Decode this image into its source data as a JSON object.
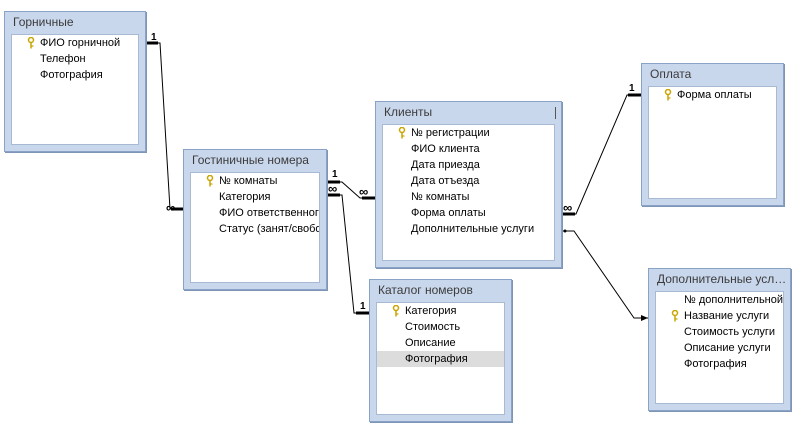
{
  "tables": {
    "maids": {
      "title": "Горничные",
      "fields": [
        {
          "label": "ФИО горничной",
          "key": true
        },
        {
          "label": "Телефон",
          "key": false
        },
        {
          "label": "Фотография",
          "key": false
        }
      ]
    },
    "rooms": {
      "title": "Гостиничные номера",
      "fields": [
        {
          "label": "№ комнаты",
          "key": true
        },
        {
          "label": "Категория",
          "key": false
        },
        {
          "label": "ФИО ответственного",
          "key": false
        },
        {
          "label": "Статус (занят/свободен)",
          "key": false
        }
      ]
    },
    "clients": {
      "title": "Клиенты",
      "fields": [
        {
          "label": "№ регистрации",
          "key": true
        },
        {
          "label": "ФИО клиента",
          "key": false
        },
        {
          "label": "Дата приезда",
          "key": false
        },
        {
          "label": "Дата отъезда",
          "key": false
        },
        {
          "label": "№ комнаты",
          "key": false
        },
        {
          "label": "Форма оплаты",
          "key": false
        },
        {
          "label": "Дополнительные услуги",
          "key": false
        }
      ]
    },
    "catalog": {
      "title": "Каталог номеров",
      "fields": [
        {
          "label": "Категория",
          "key": true
        },
        {
          "label": "Стоимость",
          "key": false
        },
        {
          "label": "Описание",
          "key": false
        },
        {
          "label": "Фотография",
          "key": false,
          "selected": true
        }
      ]
    },
    "payment": {
      "title": "Оплата",
      "fields": [
        {
          "label": "Форма оплаты",
          "key": true
        }
      ]
    },
    "services": {
      "title": "Дополнительные услуги",
      "fields": [
        {
          "label": "№ дополнительной услуги",
          "key": false
        },
        {
          "label": "Название услуги",
          "key": true
        },
        {
          "label": "Стоимость услуги",
          "key": false
        },
        {
          "label": "Описание услуги",
          "key": false
        },
        {
          "label": "Фотография",
          "key": false
        }
      ]
    }
  },
  "relationship_labels": {
    "one": "1",
    "many": "∞"
  },
  "colors": {
    "title_bar": "#c9d7ec",
    "border": "#8aa2c6",
    "line": "#000000",
    "key": "#c8a400"
  }
}
